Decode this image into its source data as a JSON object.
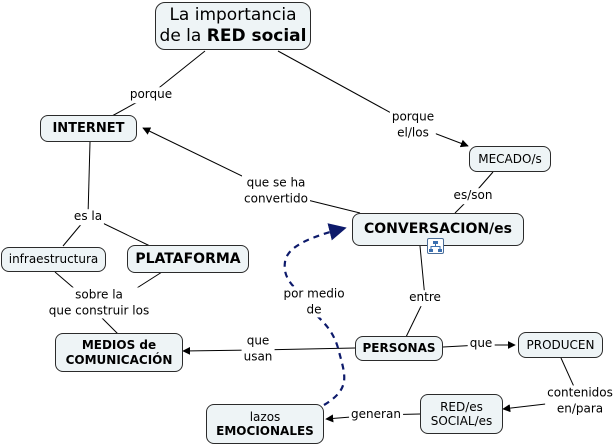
{
  "nodes": {
    "title_line1": "La importancia",
    "title_line2_prefix": "de la",
    "title_line2_bold": "RED social",
    "internet": "INTERNET",
    "mercado": "MECADO/s",
    "conversacion": "CONVERSACION/es",
    "infraestructura": "infraestructura",
    "plataforma": "PLATAFORMA",
    "medios_line1": "MEDIOS de",
    "medios_line2": "COMUNICACIÓN",
    "personas": "PERSONAS",
    "producen": "PRODUCEN",
    "red_social_line1": "RED/es",
    "red_social_line2": "SOCIAL/es",
    "lazos_line1": "lazos",
    "lazos_line2": "EMOCIONALES"
  },
  "links": {
    "porque": "porque",
    "porque_ellos_line1": "porque",
    "porque_ellos_line2": "el/los",
    "que_se_ha_line1": "que se ha",
    "que_se_ha_line2": "convertido",
    "es_son": "es/son",
    "es_la": "es la",
    "sobre_la_line1": "sobre la",
    "sobre_la_line2": "que construir los",
    "por_medio_line1": "por medio",
    "por_medio_line2": "de",
    "entre": "entre",
    "que_usan_line1": "que",
    "que_usan_line2": "usan",
    "que": "que",
    "contenidos_line1": "contenidos",
    "contenidos_line2": "en/para",
    "generan": "generan"
  },
  "colors": {
    "node_fill": "#eef4f6",
    "node_border": "#2b2b2b",
    "dashed_link": "#0d1a6b",
    "background": "#ffffff"
  },
  "icons": {
    "conversacion_attachment": "concept-map-icon"
  }
}
